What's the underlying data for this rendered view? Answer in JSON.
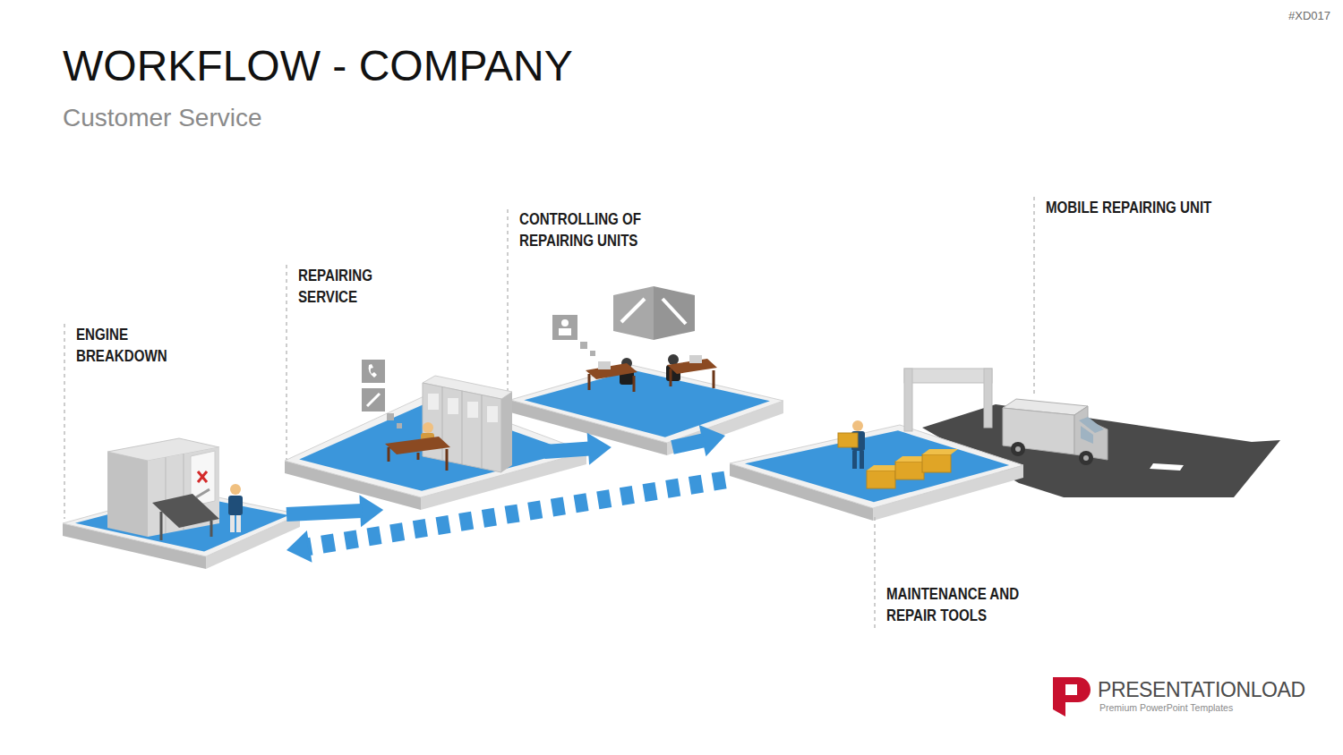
{
  "diagram": {
    "title": "WORKFLOW - COMPANY",
    "caption": "Customer Service",
    "nodes": [
      {
        "text": [
          "ENGINE BREAKDOWN"
        ]
      },
      {
        "text": [
          "REPAIRING SERVICE"
        ]
      },
      {
        "text": [
          "CONTROLLING OF REPAIRING UNITS"
        ]
      },
      {
        "text": [
          "MAINTENANCE AND REPAIR TOOLS"
        ]
      },
      {
        "text": [
          "MOBILE REPAIRING UNIT"
        ]
      }
    ],
    "edges": [
      {
        "from": 0,
        "to": 1,
        "arrow": "to"
      },
      {
        "from": 1,
        "to": 2,
        "arrow": "to"
      },
      {
        "from": 2,
        "to": 3,
        "arrow": "to"
      },
      {
        "from": 3,
        "to": 0,
        "arrow": "to"
      }
    ],
    "labels": [
      "#XD017",
      "PRESENTATIONLOAD",
      "Premium PowerPoint Templates"
    ]
  }
}
